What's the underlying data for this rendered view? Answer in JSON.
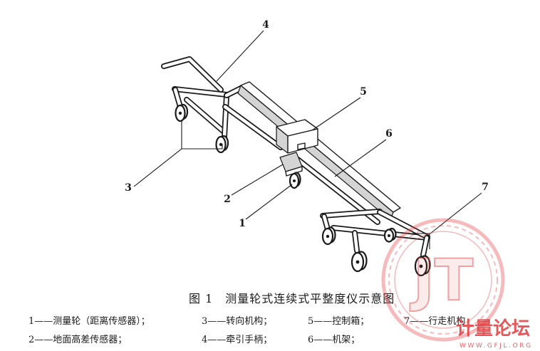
{
  "figure": {
    "callouts": [
      "1",
      "2",
      "3",
      "4",
      "5",
      "6",
      "7"
    ],
    "caption": "图 1　测量轮式连续式平整度仪示意图",
    "legend": {
      "row1": [
        "1——测量轮（距离传感器）；",
        "3——转向机构；",
        "5——控制箱；",
        "7——行走机构"
      ],
      "row2": [
        "2——地面高差传感器；",
        "4——牵引手柄；",
        "6——机架；"
      ]
    }
  },
  "watermark": {
    "logo": "JT",
    "site": "计量论坛",
    "url": "WWW.GFJL.ORG"
  },
  "colors": {
    "line": "#1a1a1a",
    "watermark": "#e03a3e",
    "background": "#ffffff"
  },
  "icons": {
    "watermark": "gear-ring-logo-icon"
  }
}
